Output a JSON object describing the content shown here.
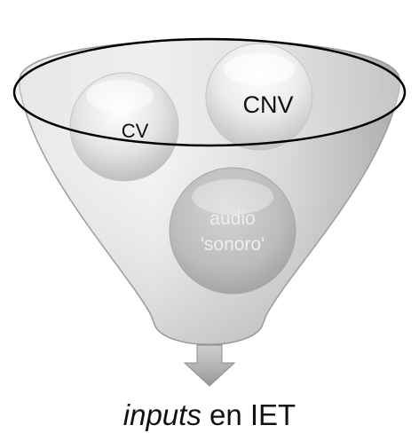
{
  "diagram": {
    "circles": [
      {
        "id": "cv",
        "label": "CV"
      },
      {
        "id": "cnv",
        "label": "CNV"
      },
      {
        "id": "audio",
        "line1": "audio",
        "line2": "'sonoro'"
      }
    ],
    "caption": {
      "italic": "inputs",
      "rest": " en IET"
    }
  },
  "colors": {
    "funnel_light": "#f5f5f5",
    "funnel_mid": "#cfcfcf",
    "funnel_dark": "#9e9e9e",
    "rim_stroke": "#000000",
    "arrow": "#b0b0b0",
    "label_dark": "#111111",
    "label_light": "#eeeeee"
  }
}
